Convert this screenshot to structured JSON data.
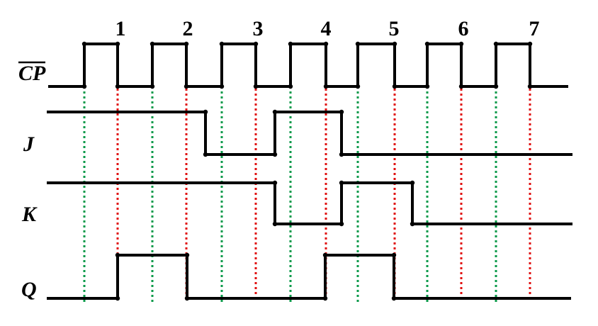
{
  "signals": [
    {
      "id": "cp",
      "label": "CP",
      "overbar": true
    },
    {
      "id": "j",
      "label": "J"
    },
    {
      "id": "k",
      "label": "K"
    },
    {
      "id": "q",
      "label": "Q"
    }
  ],
  "pulse_numbers": [
    "1",
    "2",
    "3",
    "4",
    "5",
    "6",
    "7"
  ],
  "colors": {
    "rising_guide": "#0b9a4a",
    "falling_guide": "#e01010",
    "wave": "#000000"
  }
}
